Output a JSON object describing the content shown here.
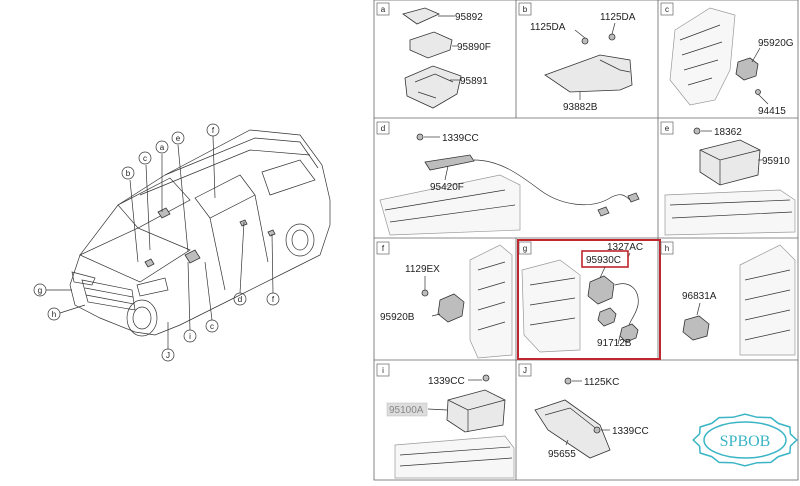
{
  "callouts": {
    "a": "a",
    "b": "b",
    "c": "c",
    "d": "d",
    "e": "e",
    "f": "f",
    "g": "g",
    "h": "h",
    "i": "i",
    "j": "J"
  },
  "cells": {
    "a": {
      "label": "a",
      "parts": [
        "95892",
        "95890F",
        "95891"
      ]
    },
    "b": {
      "label": "b",
      "parts": [
        "1125DA",
        "1125DA",
        "93882B"
      ]
    },
    "c": {
      "label": "c",
      "parts": [
        "95920G",
        "94415"
      ]
    },
    "d": {
      "label": "d",
      "parts": [
        "1339CC",
        "95420F"
      ]
    },
    "e": {
      "label": "e",
      "parts": [
        "18362",
        "95910"
      ]
    },
    "f": {
      "label": "f",
      "parts": [
        "1129EX",
        "95920B"
      ]
    },
    "g": {
      "label": "g",
      "parts": [
        "1327AC",
        "95930C",
        "91712B"
      ]
    },
    "h": {
      "label": "h",
      "parts": [
        "96831A"
      ]
    },
    "i": {
      "label": "i",
      "parts": [
        "1339CC",
        "95100A"
      ]
    },
    "j": {
      "label": "J",
      "parts": [
        "1125KC",
        "1339CC",
        "95655"
      ]
    }
  },
  "highlight": {
    "cell": "g",
    "part": "95930C",
    "color": "#c0262d"
  },
  "watermark": {
    "text": "SPBOB",
    "color": "#3bb5c6"
  }
}
